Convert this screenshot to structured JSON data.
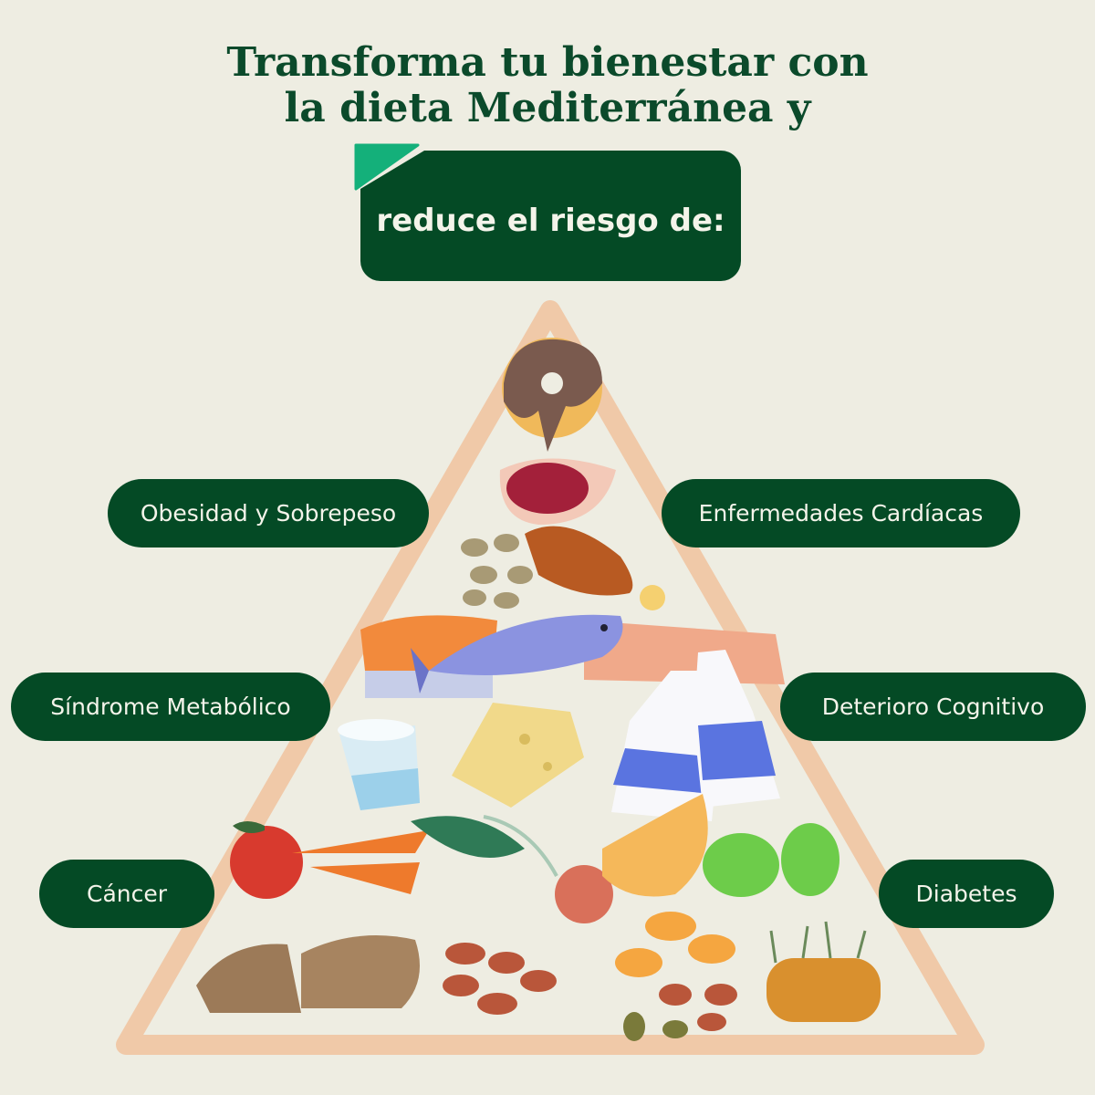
{
  "title": {
    "line1": "Transforma tu bienestar con",
    "line2": "la dieta Mediterránea y"
  },
  "banner": {
    "text": "reduce el riesgo de:"
  },
  "risks": [
    {
      "label": "Obesidad y Sobrepeso"
    },
    {
      "label": "Enfermedades Cardíacas"
    },
    {
      "label": "Síndrome Metabólico"
    },
    {
      "label": "Deterioro Cognitivo"
    },
    {
      "label": "Cáncer"
    },
    {
      "label": "Diabetes"
    }
  ],
  "colors": {
    "background": "#eeede2",
    "dark_green": "#044a25",
    "accent_green": "#14b07a",
    "pyramid": "#f0c9a8"
  }
}
